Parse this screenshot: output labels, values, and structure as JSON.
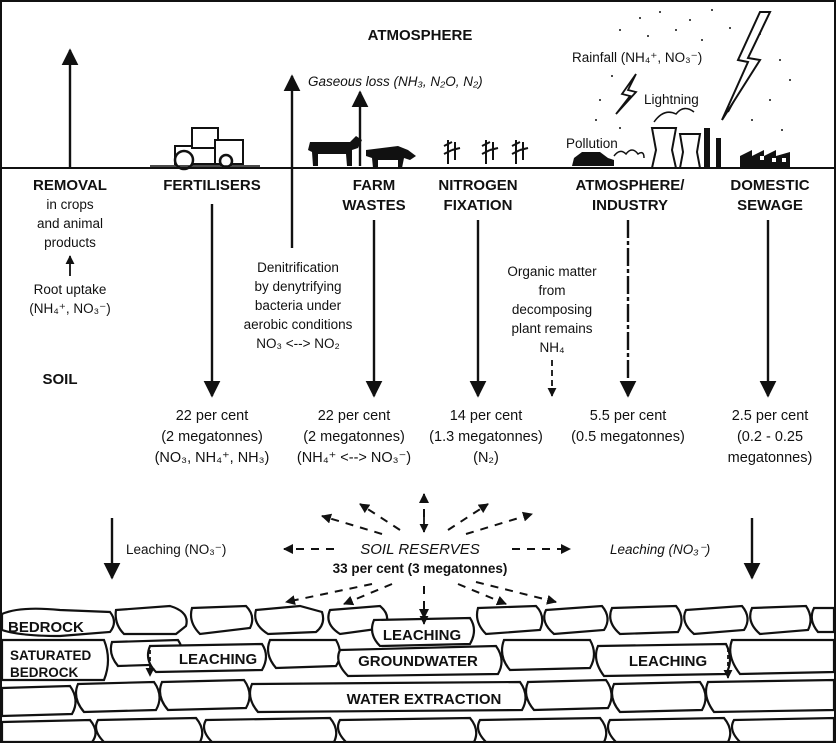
{
  "atmosphere": {
    "title": "ATMOSPHERE",
    "gaseous_loss": "Gaseous loss (NH₃, N₂O, N₂)",
    "rainfall": "Rainfall (NH₄⁺, NO₃⁻)",
    "lightning": "Lightning",
    "pollution": "Pollution"
  },
  "sources": {
    "removal": [
      "REMOVAL",
      "in crops",
      "and animal",
      "products"
    ],
    "fertilisers": "FERTILISERS",
    "farm_wastes": [
      "FARM",
      "WASTES"
    ],
    "nitrogen_fixation": [
      "NITROGEN",
      "FIXATION"
    ],
    "atmosphere_industry": [
      "ATMOSPHERE/",
      "INDUSTRY"
    ],
    "domestic_sewage": [
      "DOMESTIC",
      "SEWAGE"
    ]
  },
  "soil": {
    "label": "SOIL",
    "root_uptake": [
      "Root uptake",
      "(NH₄⁺, NO₃⁻)"
    ],
    "denitrification": [
      "Denitrification",
      "by denytrifying",
      "bacteria under",
      "aerobic conditions",
      "NO₃ <--> NO₂"
    ],
    "organic_matter": [
      "Organic matter",
      "from",
      "decomposing",
      "plant remains",
      "NH₄"
    ]
  },
  "contributions": {
    "fertilisers": [
      "22 per cent",
      "(2 megatonnes)",
      "(NO₃, NH₄⁺, NH₃)"
    ],
    "farm_wastes": [
      "22 per cent",
      "(2 megatonnes)",
      "(NH₄⁺ <--> NO₃⁻)"
    ],
    "nitrogen_fixation": [
      "14 per cent",
      "(1.3 megatonnes)",
      "(N₂)"
    ],
    "atmosphere_industry": [
      "5.5 per cent",
      "(0.5 megatonnes)"
    ],
    "domestic_sewage": [
      "2.5 per cent",
      "(0.2 - 0.25",
      "megatonnes)"
    ]
  },
  "reserves": {
    "label": "SOIL RESERVES",
    "amount": "33 per cent (3 megatonnes)",
    "leaching_left": "Leaching (NO₃⁻)",
    "leaching_right": "Leaching (NO₃⁻)"
  },
  "ground": {
    "bedrock": "BEDROCK",
    "leaching_top": "LEACHING",
    "saturated_bedrock": [
      "SATURATED",
      "BEDROCK"
    ],
    "leaching_left": "LEACHING",
    "groundwater": "GROUNDWATER",
    "leaching_right": "LEACHING",
    "water_extraction": "WATER EXTRACTION"
  }
}
